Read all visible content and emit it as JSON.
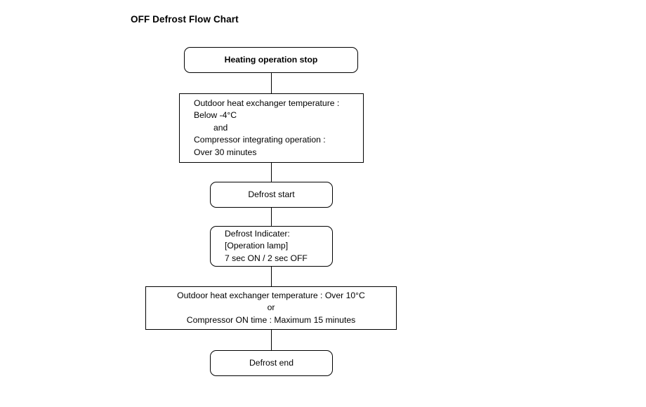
{
  "title": "OFF Defrost Flow Chart",
  "colors": {
    "stroke": "#000000",
    "background": "#ffffff",
    "text": "#000000"
  },
  "flow": {
    "nodes": [
      {
        "id": "heating-stop",
        "shape": "rounded-rect",
        "align": "center",
        "bold": true,
        "lines": [
          "Heating operation stop"
        ]
      },
      {
        "id": "conditions-1",
        "shape": "rect",
        "align": "left",
        "bold": false,
        "lines": [
          "Outdoor heat exchanger temperature :",
          "Below -4°C",
          "and",
          "Compressor integrating operation :",
          "Over 30 minutes"
        ]
      },
      {
        "id": "defrost-start",
        "shape": "rounded-rect",
        "align": "center",
        "bold": false,
        "lines": [
          "Defrost start"
        ]
      },
      {
        "id": "defrost-indicater",
        "shape": "rounded-rect",
        "align": "left",
        "bold": false,
        "lines": [
          "Defrost Indicater:",
          "[Operation lamp]",
          "7 sec ON / 2 sec OFF"
        ]
      },
      {
        "id": "conditions-2",
        "shape": "rect",
        "align": "center",
        "bold": false,
        "lines": [
          "Outdoor heat exchanger temperature : Over 10°C",
          "or",
          "Compressor ON time : Maximum 15 minutes"
        ]
      },
      {
        "id": "defrost-end",
        "shape": "rounded-rect",
        "align": "center",
        "bold": false,
        "lines": [
          "Defrost end"
        ]
      }
    ],
    "connectors": [
      {
        "id": "conn-1",
        "from": "heating-stop",
        "to": "conditions-1",
        "style": "line"
      },
      {
        "id": "conn-2",
        "from": "conditions-1",
        "to": "defrost-start",
        "style": "line"
      },
      {
        "id": "conn-3",
        "from": "defrost-start",
        "to": "defrost-indicater",
        "style": "line"
      },
      {
        "id": "conn-4",
        "from": "defrost-indicater",
        "to": "conditions-2",
        "style": "line"
      },
      {
        "id": "conn-5",
        "from": "conditions-2",
        "to": "defrost-end",
        "style": "line"
      }
    ]
  }
}
